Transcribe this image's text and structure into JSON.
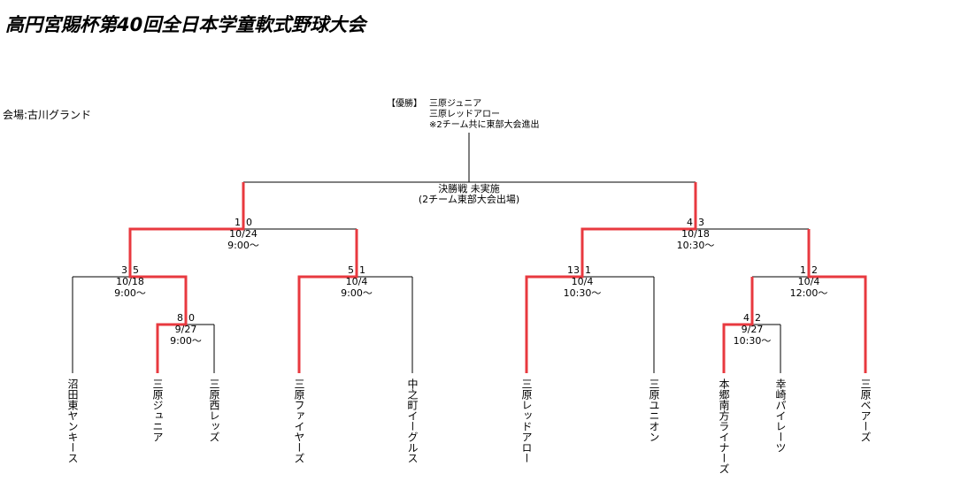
{
  "title": "高円宮賜杯第40回全日本学童軟式野球大会",
  "venue": "会場:古川グランド",
  "champion": {
    "label": "【優勝】",
    "teams": [
      "三原ジュニア",
      "三原レッドアロー"
    ],
    "note": "※2チーム共に東部大会進出"
  },
  "final": {
    "status": "決勝戦 未実施",
    "note": "(2チーム東部大会出場)"
  },
  "matches": [
    {
      "round": "semifinal-left",
      "score_left": "1",
      "score_right": "0",
      "date": "10/24",
      "time": "9:00〜"
    },
    {
      "round": "semifinal-right",
      "score_left": "4",
      "score_right": "3",
      "date": "10/18",
      "time": "10:30〜"
    },
    {
      "round": "quarter-1",
      "score_left": "3",
      "score_right": "5",
      "date": "10/18",
      "time": "9:00〜"
    },
    {
      "round": "first-1",
      "score_left": "8",
      "score_right": "0",
      "date": "9/27",
      "time": "9:00〜"
    },
    {
      "round": "quarter-2",
      "score_left": "5",
      "score_right": "1",
      "date": "10/4",
      "time": "9:00〜"
    },
    {
      "round": "quarter-3",
      "score_left": "13",
      "score_right": "1",
      "date": "10/4",
      "time": "10:30〜"
    },
    {
      "round": "quarter-4",
      "score_left": "1",
      "score_right": "2",
      "date": "10/4",
      "time": "12:00〜"
    },
    {
      "round": "first-2",
      "score_left": "4",
      "score_right": "2",
      "date": "9/27",
      "time": "10:30〜"
    }
  ],
  "teams": [
    "沼田東ヤンキース",
    "三原ジュニア",
    "三原西レッズ",
    "三原ファイヤーズ",
    "中之町イーグルス",
    "三原レッドアロー",
    "三原ユニオン",
    "本郷南方ライナーズ",
    "幸崎パイレーツ",
    "三原ベアーズ"
  ],
  "colors": {
    "winner_line": "#e8393f",
    "line": "#000000"
  }
}
